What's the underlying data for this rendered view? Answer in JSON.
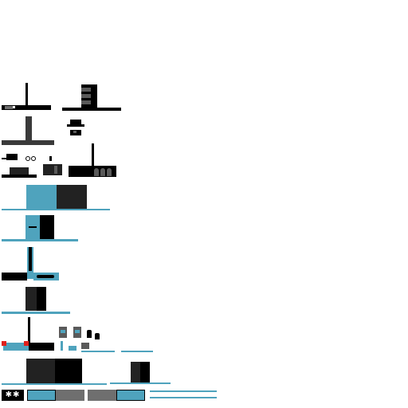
{
  "sheet": {
    "background": "#ffffff",
    "palette": {
      "black": "#000000",
      "dark": "#222222",
      "grey": "#3a3a3a",
      "mid": "#5a5a5a",
      "light": "#6f6f6f",
      "teal": "#4fa3bd",
      "red": "#e0201b"
    },
    "sprites": [
      "lamp-post-tile",
      "bookshelf-tile",
      "tall-lamp-tile",
      "small-stove-tile",
      "desk-set-tile",
      "crate-tile",
      "radio-tower-tile",
      "big-block-tile",
      "door-tile",
      "slope-tile",
      "chimney-tile",
      "red-flag-tile",
      "robot-icons",
      "wide-block-tile",
      "small-block-tile",
      "ui-bar-row"
    ]
  }
}
